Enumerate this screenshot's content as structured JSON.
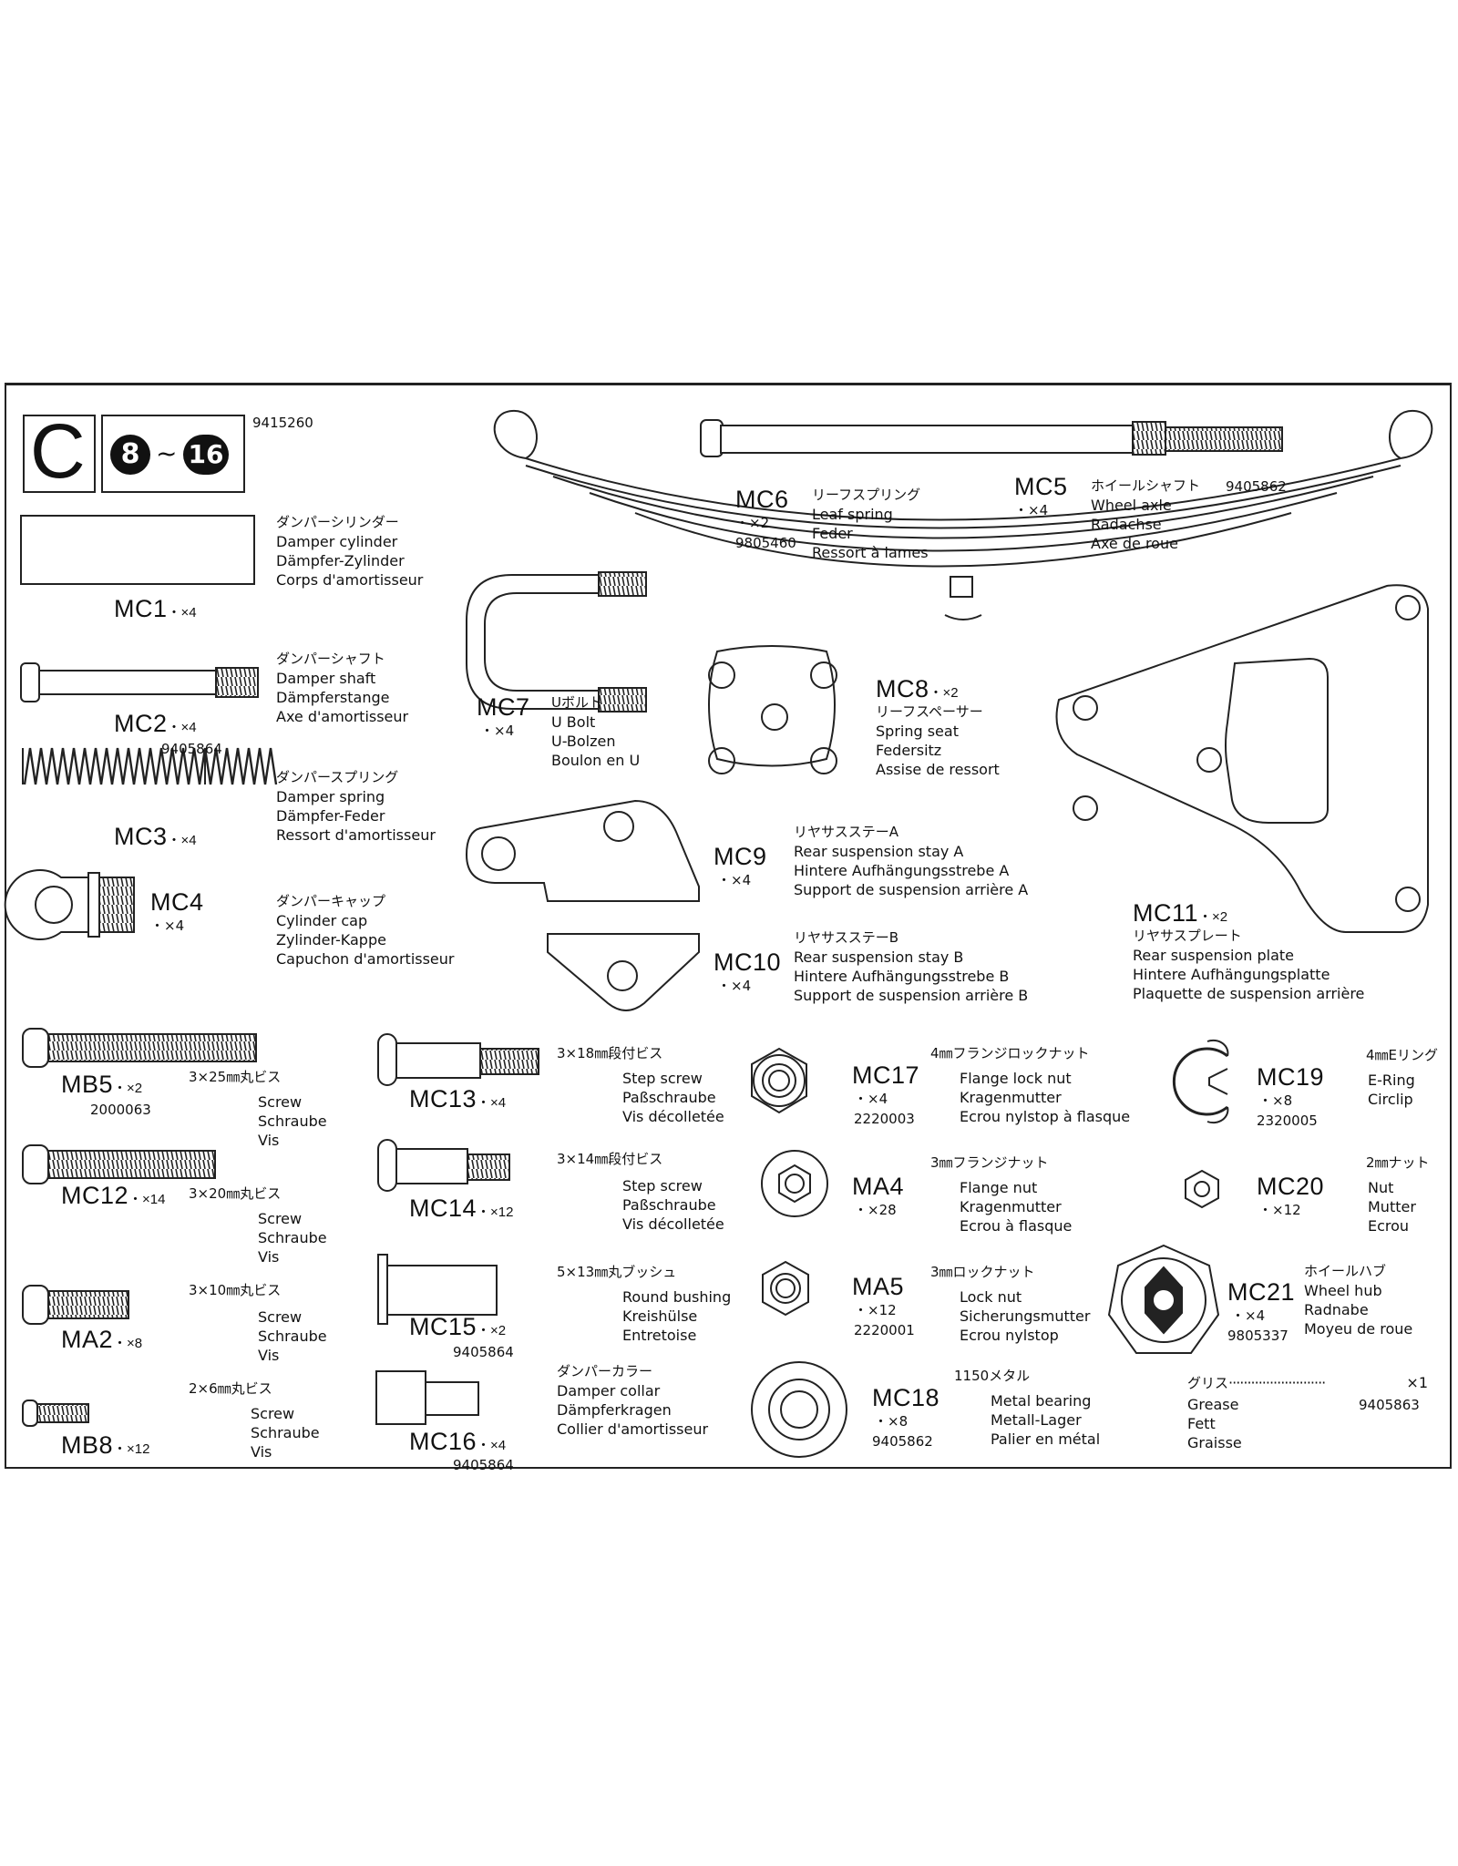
{
  "header": {
    "section": "C",
    "step_from": "8",
    "step_sep": "~",
    "step_to": "16",
    "number": "9415260"
  },
  "parts": {
    "mc1": {
      "code": "MC1",
      "qty": "・×4",
      "jp": "ダンパーシリンダー",
      "en": "Damper cylinder",
      "de": "Dämpfer-Zylinder",
      "fr": "Corps d'amortisseur"
    },
    "mc2": {
      "code": "MC2",
      "qty": "・×4",
      "num": "9405864",
      "jp": "ダンパーシャフト",
      "en": "Damper shaft",
      "de": "Dämpferstange",
      "fr": "Axe d'amortisseur"
    },
    "mc3": {
      "code": "MC3",
      "qty": "・×4",
      "jp": "ダンパースプリング",
      "en": "Damper spring",
      "de": "Dämpfer-Feder",
      "fr": "Ressort d'amortisseur"
    },
    "mc4": {
      "code": "MC4",
      "qty": "・×4",
      "jp": "ダンパーキャップ",
      "en": "Cylinder cap",
      "de": "Zylinder-Kappe",
      "fr": "Capuchon d'amortisseur"
    },
    "mc5": {
      "code": "MC5",
      "qty": "・×4",
      "num": "9405862",
      "jp": "ホイールシャフト",
      "en": "Wheel axle",
      "de": "Radachse",
      "fr": "Axe de roue"
    },
    "mc6": {
      "code": "MC6",
      "qty": "・×2",
      "num": "9805460",
      "jp": "リーフスプリング",
      "en": "Leaf spring",
      "de": "Feder",
      "fr": "Ressort à lames"
    },
    "mc7": {
      "code": "MC7",
      "qty": "・×4",
      "jp": "Uボルト",
      "en": "U Bolt",
      "de": "U-Bolzen",
      "fr": "Boulon en U"
    },
    "mc8": {
      "code": "MC8",
      "qty": "・×2",
      "jp": "リーフスペーサー",
      "en": "Spring seat",
      "de": "Federsitz",
      "fr": "Assise de ressort"
    },
    "mc9": {
      "code": "MC9",
      "qty": "・×4",
      "jp": "リヤサスステーA",
      "en": "Rear suspension stay A",
      "de": "Hintere Aufhängungsstrebe A",
      "fr": "Support de suspension arrière A"
    },
    "mc10": {
      "code": "MC10",
      "qty": "・×4",
      "jp": "リヤサスステーB",
      "en": "Rear suspension stay B",
      "de": "Hintere Aufhängungsstrebe B",
      "fr": "Support de suspension arrière B"
    },
    "mc11": {
      "code": "MC11",
      "qty": "・×2",
      "jp": "リヤサスプレート",
      "en": "Rear suspension plate",
      "de": "Hintere Aufhängungsplatte",
      "fr": "Plaquette de suspension arrière"
    },
    "mb5": {
      "code": "MB5",
      "qty": "・×2",
      "num": "2000063",
      "size": "3×25㎜丸ビス",
      "en": "Screw",
      "de": "Schraube",
      "fr": "Vis"
    },
    "mc12": {
      "code": "MC12",
      "qty": "・×14",
      "size": "3×20㎜丸ビス",
      "en": "Screw",
      "de": "Schraube",
      "fr": "Vis"
    },
    "ma2": {
      "code": "MA2",
      "qty": "・×8",
      "size": "3×10㎜丸ビス",
      "en": "Screw",
      "de": "Schraube",
      "fr": "Vis"
    },
    "mb8": {
      "code": "MB8",
      "qty": "・×12",
      "size": "2×6㎜丸ビス",
      "en": "Screw",
      "de": "Schraube",
      "fr": "Vis"
    },
    "mc13": {
      "code": "MC13",
      "qty": "・×4",
      "size": "3×18㎜段付ビス",
      "en": "Step screw",
      "de": "Paßschraube",
      "fr": "Vis décolletée"
    },
    "mc14": {
      "code": "MC14",
      "qty": "・×12",
      "size": "3×14㎜段付ビス",
      "en": "Step screw",
      "de": "Paßschraube",
      "fr": "Vis décolletée"
    },
    "mc15": {
      "code": "MC15",
      "qty": "・×2",
      "num": "9405864",
      "size": "5×13㎜丸ブッシュ",
      "en": "Round bushing",
      "de": "Kreishülse",
      "fr": "Entretoise"
    },
    "mc16": {
      "code": "MC16",
      "qty": "・×4",
      "num": "9405864",
      "jp": "ダンパーカラー",
      "en": "Damper collar",
      "de": "Dämpferkragen",
      "fr": "Collier d'amortisseur"
    },
    "mc17": {
      "code": "MC17",
      "qty": "・×4",
      "num": "2220003",
      "size": "4㎜フランジロックナット",
      "en": "Flange lock nut",
      "de": "Kragenmutter",
      "fr": "Ecrou nylstop à flasque"
    },
    "ma4": {
      "code": "MA4",
      "qty": "・×28",
      "size": "3㎜フランジナット",
      "en": "Flange nut",
      "de": "Kragenmutter",
      "fr": "Ecrou à flasque"
    },
    "ma5": {
      "code": "MA5",
      "qty": "・×12",
      "num": "2220001",
      "size": "3㎜ロックナット",
      "en": "Lock nut",
      "de": "Sicherungsmutter",
      "fr": "Ecrou nylstop"
    },
    "mc18": {
      "code": "MC18",
      "qty": "・×8",
      "num": "9405862",
      "size": "1150メタル",
      "en": "Metal bearing",
      "de": "Metall-Lager",
      "fr": "Palier en métal"
    },
    "mc19": {
      "code": "MC19",
      "qty": "・×8",
      "num": "2320005",
      "size": "4㎜Eリング",
      "en": "E-Ring",
      "de": "Circlip"
    },
    "mc20": {
      "code": "MC20",
      "qty": "・×12",
      "size": "2㎜ナット",
      "en": "Nut",
      "de": "Mutter",
      "fr": "Ecrou"
    },
    "mc21": {
      "code": "MC21",
      "qty": "・×4",
      "num": "9805337",
      "jp": "ホイールハブ",
      "en": "Wheel hub",
      "de": "Radnabe",
      "fr": "Moyeu de roue"
    },
    "grease": {
      "jp": "グリス",
      "leader": "··························",
      "qty": "×1",
      "num": "9405863",
      "en": "Grease",
      "de": "Fett",
      "fr": "Graisse"
    }
  }
}
